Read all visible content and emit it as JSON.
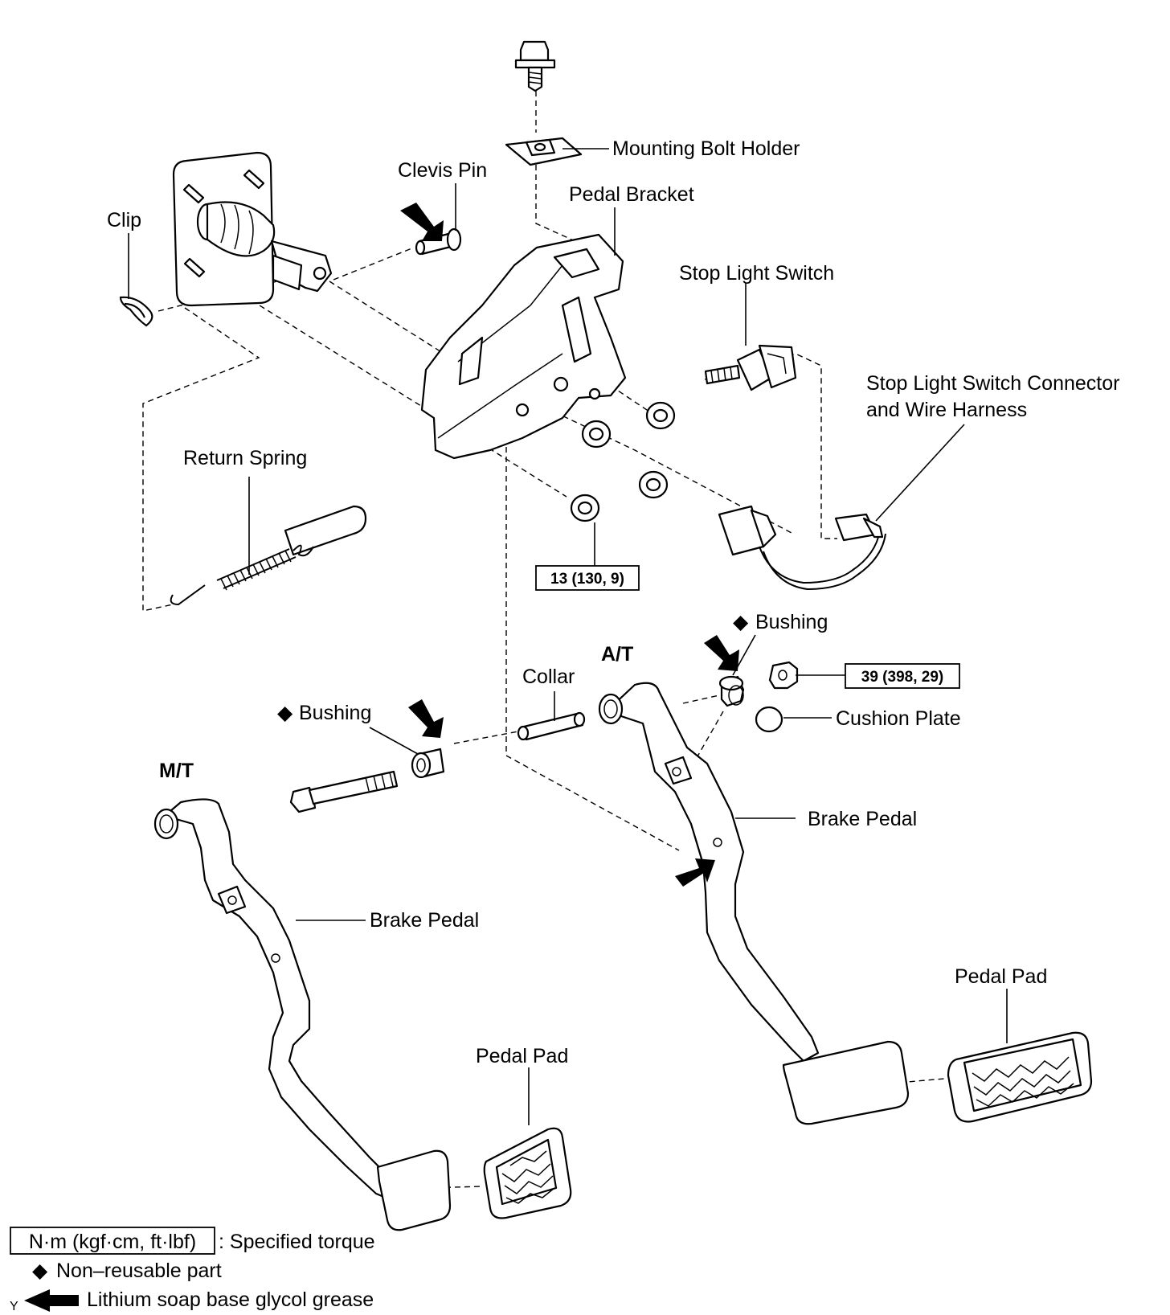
{
  "labels": {
    "mounting_bolt_holder": "Mounting Bolt Holder",
    "clevis_pin": "Clevis Pin",
    "pedal_bracket": "Pedal Bracket",
    "clip": "Clip",
    "stop_light_switch": "Stop Light Switch",
    "connector_line1": "Stop Light Switch Connector",
    "connector_line2": "and Wire Harness",
    "return_spring": "Return Spring",
    "bushing": "Bushing",
    "collar": "Collar",
    "cushion_plate": "Cushion Plate",
    "brake_pedal": "Brake Pedal",
    "pedal_pad": "Pedal Pad",
    "mt": "M/T",
    "at": "A/T"
  },
  "torque_specs": {
    "bracket_nut": "13 (130, 9)",
    "pedal_nut": "39 (398, 29)"
  },
  "legend": {
    "torque_unit": "N·m (kgf·cm, ft·lbf)",
    "torque_text": ": Specified torque",
    "non_reusable": "Non–reusable part",
    "grease": "Lithium soap base glycol grease",
    "corner_mark": "Y"
  },
  "symbols": {
    "diamond": "◆"
  }
}
